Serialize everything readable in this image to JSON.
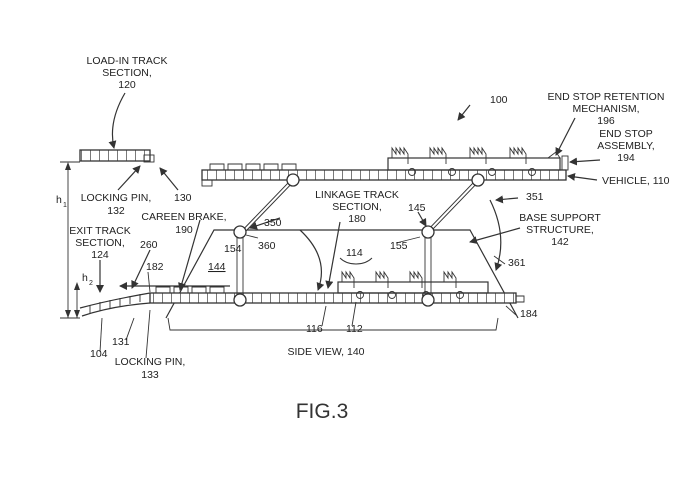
{
  "figure": {
    "caption": "FIG.3"
  },
  "labels": {
    "load_in_title": "LOAD-IN TRACK",
    "load_in_title2": "SECTION,",
    "load_in_num": "120",
    "ref_100": "100",
    "end_stop_ret_1": "END STOP RETENTION",
    "end_stop_ret_2": "MECHANISM,",
    "end_stop_ret_num": "196",
    "end_stop_asm_1": "END STOP",
    "end_stop_asm_2": "ASSEMBLY,",
    "end_stop_asm_num": "194",
    "vehicle": "VEHICLE, 110",
    "locking_pin_top_1": "LOCKING PIN,",
    "locking_pin_top_num": "132",
    "ref_130": "130",
    "h1": "h",
    "h1_sub": "1",
    "h2": "h",
    "h2_sub": "2",
    "careen_1": "CAREEN BRAKE,",
    "careen_num": "190",
    "linkage_1": "LINKAGE TRACK",
    "linkage_2": "SECTION,",
    "linkage_num": "180",
    "ref_351": "351",
    "base_1": "BASE SUPPORT",
    "base_2": "STRUCTURE,",
    "base_num": "142",
    "exit_1": "EXIT TRACK",
    "exit_2": "SECTION,",
    "exit_num": "124",
    "ref_260": "260",
    "ref_350": "350",
    "ref_145": "145",
    "ref_154": "154",
    "ref_360": "360",
    "ref_155": "155",
    "ref_114": "114",
    "ref_361": "361",
    "ref_144": "144",
    "ref_182": "182",
    "ref_184": "184",
    "ref_116": "116",
    "ref_112": "112",
    "ref_131": "131",
    "ref_104": "104",
    "locking_pin_bot_1": "LOCKING PIN,",
    "locking_pin_bot_num": "133",
    "side_view": "SIDE VIEW, 140"
  }
}
